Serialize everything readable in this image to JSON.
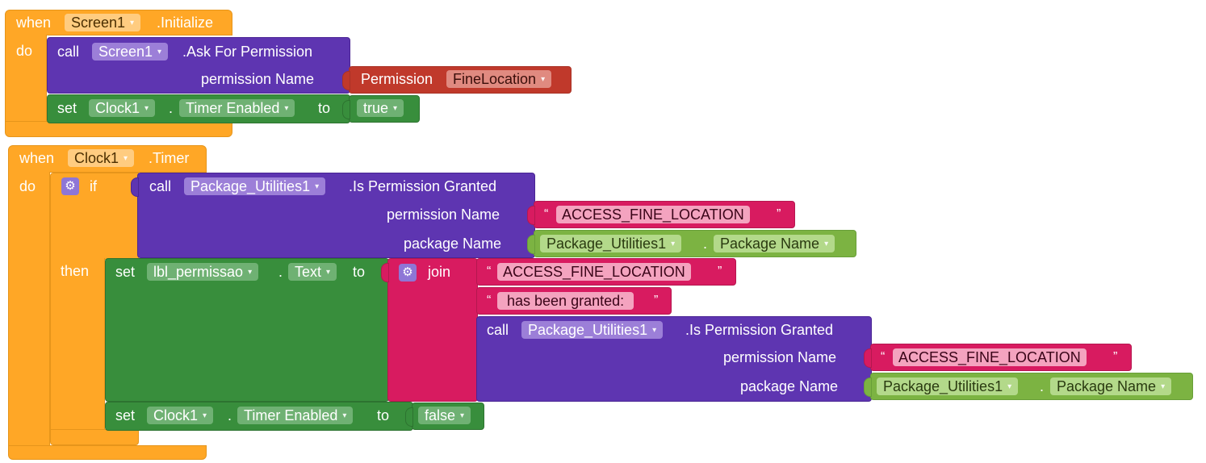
{
  "screen_init": {
    "when": "when",
    "component": "Screen1",
    "event": ".Initialize",
    "do": "do",
    "ask_call": "call",
    "ask_component": "Screen1",
    "ask_method": ".Ask For Permission",
    "permission_name_label": "permission Name",
    "permission_label": "Permission",
    "permission_value": "FineLocation",
    "set": "set",
    "clock_component": "Clock1",
    "dot": ".",
    "timer_property": "Timer Enabled",
    "to": "to",
    "true_value": "true"
  },
  "clock_timer": {
    "when": "when",
    "component": "Clock1",
    "event": ".Timer",
    "do": "do",
    "if": "if",
    "then": "then",
    "call": "call",
    "pkg_component": "Package_Utilities1",
    "method": ".Is Permission Granted",
    "permission_name_label": "permission Name",
    "permission_string": "ACCESS_FINE_LOCATION",
    "package_name_label": "package Name",
    "package_name_property": "Package Name",
    "dot": ".",
    "set": "set",
    "lbl_component": "lbl_permissao",
    "text_property": "Text",
    "to": "to",
    "join": "join",
    "join_string_1": "ACCESS_FINE_LOCATION",
    "join_string_2": " has been granted: ",
    "clock_component": "Clock1",
    "timer_property": "Timer Enabled",
    "false_value": "false"
  },
  "quote_open": "“",
  "quote_close": "”",
  "dropdown_arrow": "▾",
  "icons": {
    "mutator": "gear-icon",
    "dropdown": "chevron-down-icon"
  },
  "colors": {
    "event": "#FFA726",
    "control": "#FFA726",
    "component_method": "#5E35B1",
    "component_setter": "#388E3C",
    "component_getter": "#7CB342",
    "permission_helper": "#C0392B",
    "text": "#D81B60"
  }
}
